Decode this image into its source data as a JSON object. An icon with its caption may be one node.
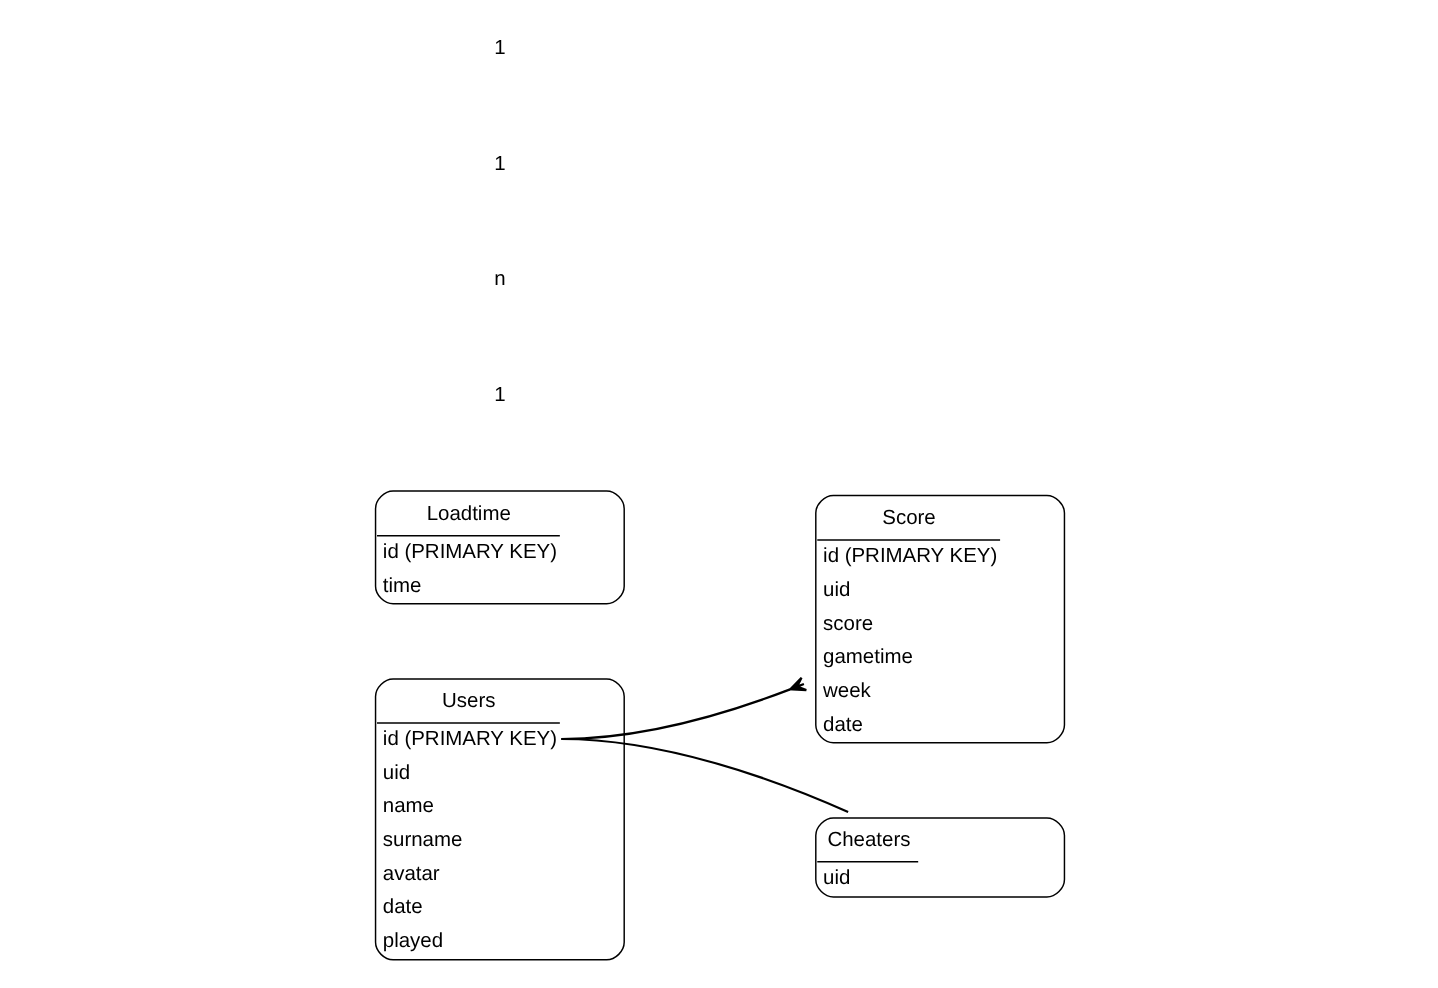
{
  "diagram": {
    "nodes": [
      {
        "text": [
          "Users",
          "id (PRIMARY KEY)",
          "uid",
          "name",
          "surname",
          "avatar",
          "date",
          "played"
        ]
      },
      {
        "text": [
          "Score",
          "id (PRIMARY KEY)",
          "uid",
          "score",
          "gametime",
          "week",
          "date"
        ]
      },
      {
        "text": [
          "Cheaters",
          "uid"
        ]
      },
      {
        "text": [
          "Loadtime",
          "id (PRIMARY KEY)",
          "time"
        ]
      }
    ],
    "edges": [
      {
        "from": 0,
        "to": 1,
        "arrow": "other"
      },
      {
        "from": 0,
        "to": 2,
        "arrow": "none"
      }
    ],
    "labels": [
      "1",
      "n",
      "1",
      "1"
    ]
  }
}
